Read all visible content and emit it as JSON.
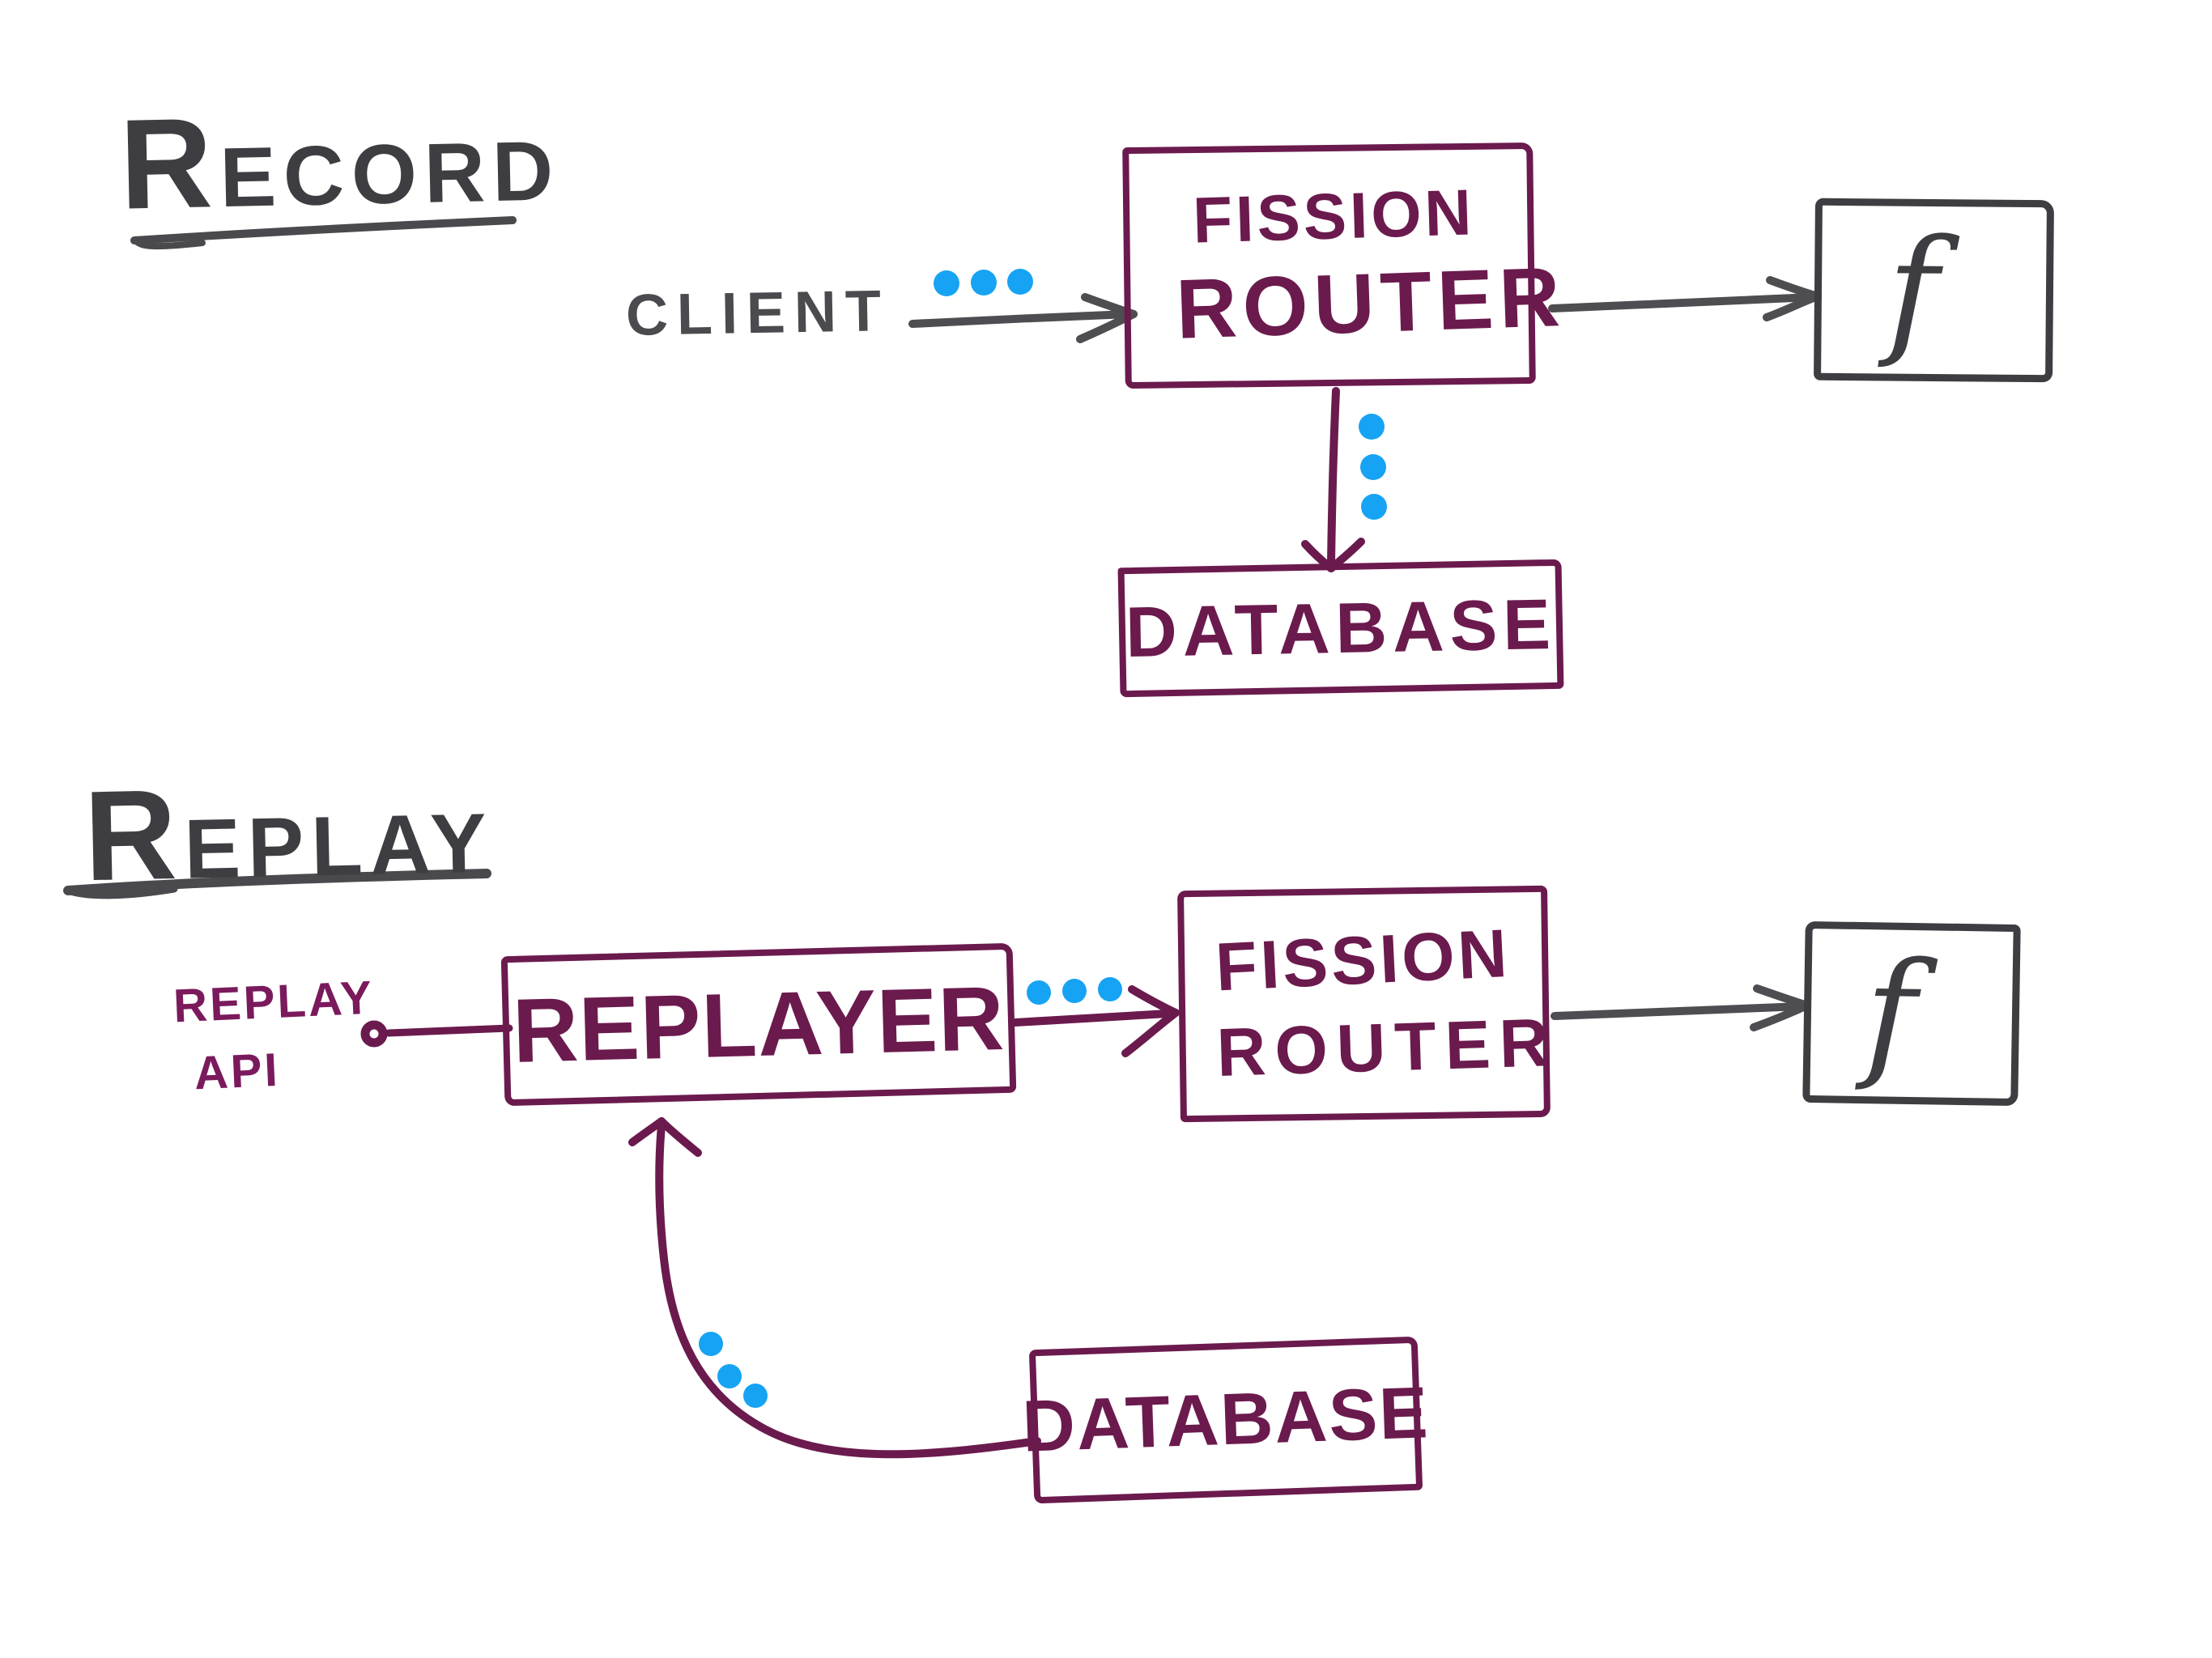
{
  "colors": {
    "ink_gray": "#3e3e42",
    "stroke_gray": "#4e4e52",
    "purple": "#6b1a4e",
    "purple_bright": "#7a1a5c",
    "dot_blue": "#17a3f3",
    "background": "#ffffff"
  },
  "record": {
    "title": "RECORD",
    "client_label": "CLIENT",
    "router_line1": "FISSION",
    "router_line2": "ROUTER",
    "function_label": "f",
    "database_label": "DATABASE"
  },
  "replay": {
    "title": "REPLAY",
    "api_label_line1": "REPLAY",
    "api_label_line2": "API",
    "replayer_label": "REPLAYER",
    "router_line1": "FISSION",
    "router_line2": "ROUTER",
    "function_label": "f",
    "database_label": "DATABASE"
  }
}
